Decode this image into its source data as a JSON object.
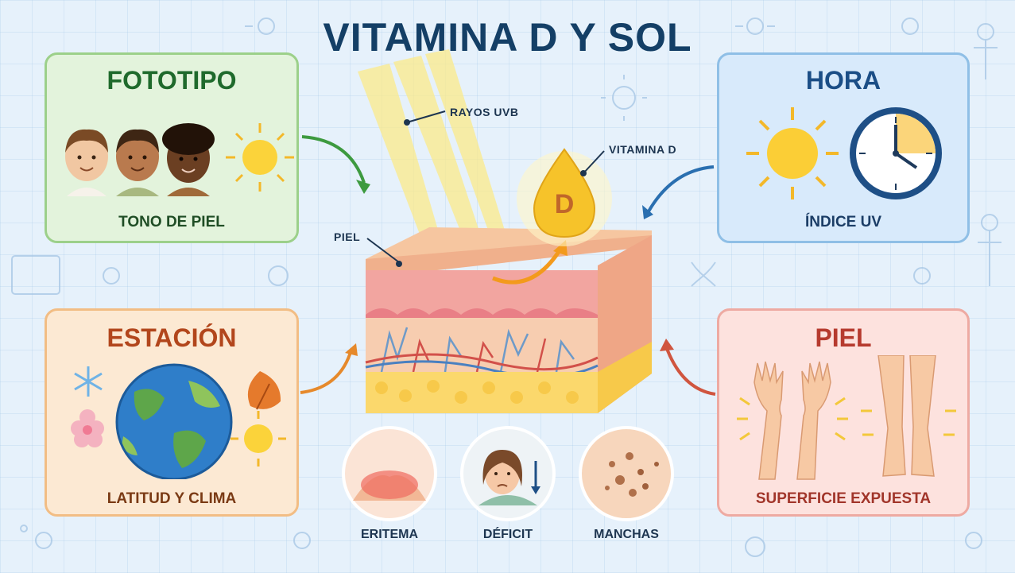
{
  "title": "VITAMINA D Y SOL",
  "cards": {
    "fototipo": {
      "title": "FOTOTIPO",
      "caption": "TONO DE PIEL"
    },
    "hora": {
      "title": "HORA",
      "caption": "ÍNDICE UV"
    },
    "estacion": {
      "title": "ESTACIÓN",
      "caption": "LATITUD Y CLIMA"
    },
    "piel": {
      "title": "PIEL",
      "caption": "SUPERFICIE EXPUESTA"
    }
  },
  "labels": {
    "rays": "RAYOS UVB",
    "vitamin": "VITAMINA D",
    "skin": "PIEL",
    "drop_letter": "D"
  },
  "effects": [
    {
      "label": "ERITEMA"
    },
    {
      "label": "DÉFICIT"
    },
    {
      "label": "MANCHAS"
    }
  ],
  "colors": {
    "title": "#143f66",
    "fototipo": "#1f6a2c",
    "hora": "#1b4e86",
    "estacion": "#b2461c",
    "piel": "#b63a2e",
    "arrow_green": "#3d9a3f",
    "arrow_blue": "#2a6fb0",
    "arrow_orange": "#e6892b",
    "arrow_red": "#d0553f"
  },
  "icons": [
    "sun-icon",
    "clock-icon",
    "globe-icon",
    "snowflake-icon",
    "leaf-icon",
    "flower-icon",
    "vitamin-d-drop-icon",
    "skin-layers-icon",
    "hands-icon",
    "legs-icon",
    "face-icon"
  ]
}
